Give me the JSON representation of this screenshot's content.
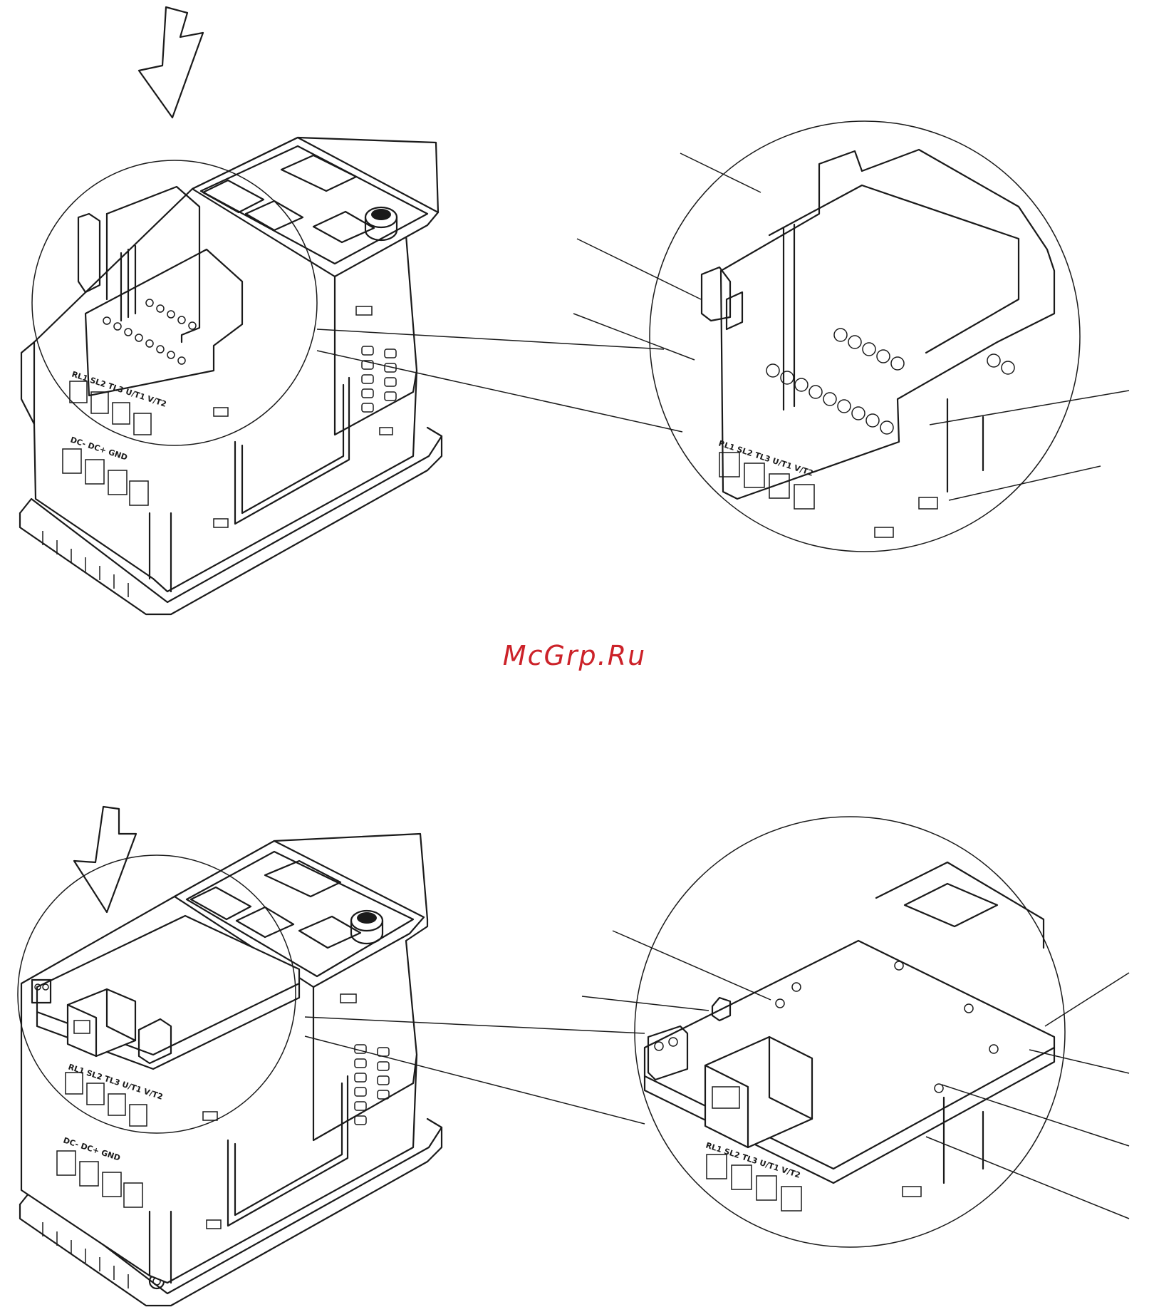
{
  "watermark": {
    "text": "McGrp.Ru",
    "color": "#cc2229"
  },
  "terminal_labels": {
    "motor_row": "RL1 SL2 TL3 U/T1 V/T2",
    "dc_row": "DC- DC+ GND"
  },
  "icons": [
    "insert-direction-arrow-icon",
    "callout-leader-line",
    "detail-magnifier-circle"
  ],
  "colors": {
    "line": "#1a1a1a",
    "background": "#ffffff"
  }
}
